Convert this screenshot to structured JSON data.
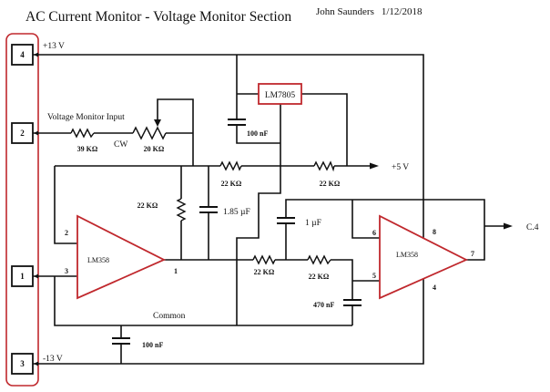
{
  "header": {
    "title": "AC Current Monitor - Voltage Monitor Section",
    "author": "John Saunders",
    "date": "1/12/2018"
  },
  "connector": {
    "pins": [
      {
        "number": "4"
      },
      {
        "number": "2"
      },
      {
        "number": "1"
      },
      {
        "number": "3"
      }
    ]
  },
  "nets": {
    "plus13": "+13 V",
    "minus13": "-13 V",
    "input": "Voltage Monitor Input",
    "plus5": "+5 V",
    "common": "Common",
    "output": "C.4"
  },
  "regulator": {
    "part": "LM7805",
    "bypass_cap": "100 nF"
  },
  "input_stage": {
    "series_resistor": "39 KΩ",
    "trim_pot": "20 KΩ",
    "pot_direction": "CW"
  },
  "divider": {
    "r_left": "22 KΩ",
    "r_right": "22 KΩ"
  },
  "opamp1": {
    "part": "LM358",
    "pin_inv": "2",
    "pin_noninv": "3",
    "pin_out": "1",
    "feedback_resistor": "22 KΩ",
    "feedback_cap": "1.85 µF"
  },
  "filter": {
    "r1": "22 KΩ",
    "r2": "22 KΩ",
    "c_feedback": "1 µF",
    "c_ground": "470 nF"
  },
  "opamp2": {
    "part": "LM358",
    "pin_inv": "6",
    "pin_noninv": "5",
    "pin_out": "7",
    "pin_vcc": "8",
    "pin_vee": "4"
  },
  "common_cap": "100 nF",
  "colors": {
    "component": "#c0282d",
    "wire": "#111111"
  }
}
